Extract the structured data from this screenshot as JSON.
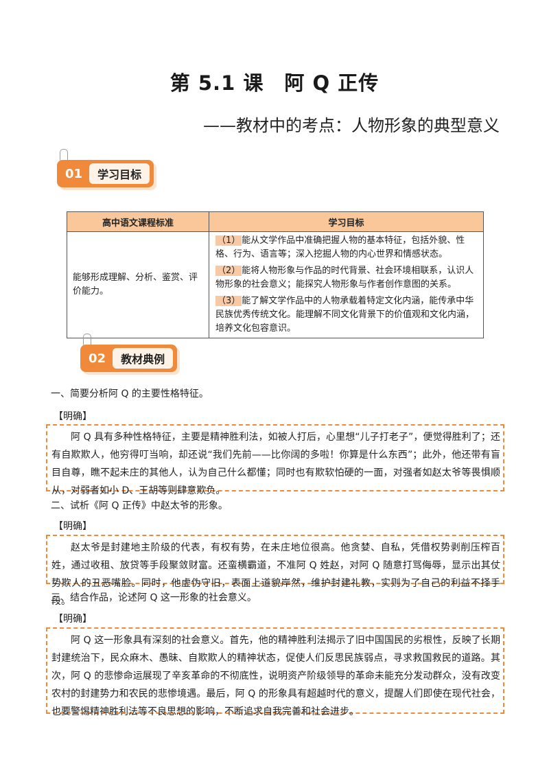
{
  "header": {
    "title": "第 5.1 课　阿 Q 正传",
    "subtitle": "——教材中的考点：人物形象的典型意义"
  },
  "section1": {
    "num": "01",
    "label": "学习目标"
  },
  "goals_table": {
    "headers": [
      "高中语文课程标准",
      "学习目标"
    ],
    "standard": "能够形成理解、分析、鉴赏、评价能力。",
    "goals": [
      {
        "tag": "（1）",
        "text": "能从文学作品中准确把握人物的基本特征，包括外貌、性格、行为、语言等；深入挖掘人物的内心世界和情感状态。"
      },
      {
        "tag": "（2）",
        "text": "能将人物形象与作品的时代背景、社会环境相联系，认识人物形象的社会意义；能探究人物形象与作者创作意图的关系。"
      },
      {
        "tag": "（3）",
        "text": "能了解文学作品中的人物承载着特定文化内涵，能传承中华民族优秀传统文化。能理解不同文化背景下的价值观和文化内涵，培养文化包容意识。"
      }
    ]
  },
  "section2": {
    "num": "02",
    "label": "教材典例"
  },
  "questions": [
    {
      "q": "一、简要分析阿 Q 的主要性格特征。",
      "label": "【明确】",
      "answer": "阿 Q 具有多种性格特征，主要是精神胜利法，如被人打后，心里想“儿子打老子”，便觉得胜利了；还有自欺欺人，他穷得叮当响，却还说“我们先前——比你阔的多啦！你算是什么东西”；此外，他还带有盲目自尊，瞧不起未庄的其他人，认为自己什么都懂；同时也有欺软怕硬的一面，对强者如赵太爷等畏惧顺从，对弱者如小 D、王胡等则肆意欺负。"
    },
    {
      "q": "二、试析《阿 Q 正传》中赵太爷的形象。",
      "label": "【明确】",
      "answer": "赵太爷是封建地主阶级的代表，有权有势，在未庄地位很高。他贪婪、自私，凭借权势剥削压榨百姓，通过收租、放贷等手段聚敛财富。还蛮横霸道，不准阿 Q 姓赵，对阿 Q 随意打骂侮辱，显示出其仗势欺人的丑恶嘴脸。同时，他虚伪守旧，表面上道貌岸然，维护封建礼教，实则为了自己的利益不择手段。"
    },
    {
      "q": "三、结合作品，论述阿 Q 这一形象的社会意义。",
      "label": "【明确】",
      "answer": "阿 Q 这一形象具有深刻的社会意义。首先，他的精神胜利法揭示了旧中国国民的劣根性，反映了长期封建统治下，民众麻木、愚昧、自欺欺人的精神状态，促使人们反思民族弱点，寻求救国救民的道路。其次，阿 Q 的悲惨命运展现了辛亥革命的不彻底性，说明资产阶级领导的革命未能充分发动群众，没有改变农村的封建势力和农民的悲惨境遇。最后，阿 Q 的形象具有超越时代的意义，提醒人们即使在现代社会，也要警惕精神胜利法等不良思想的影响，不断追求自我完善和社会进步。"
    }
  ]
}
